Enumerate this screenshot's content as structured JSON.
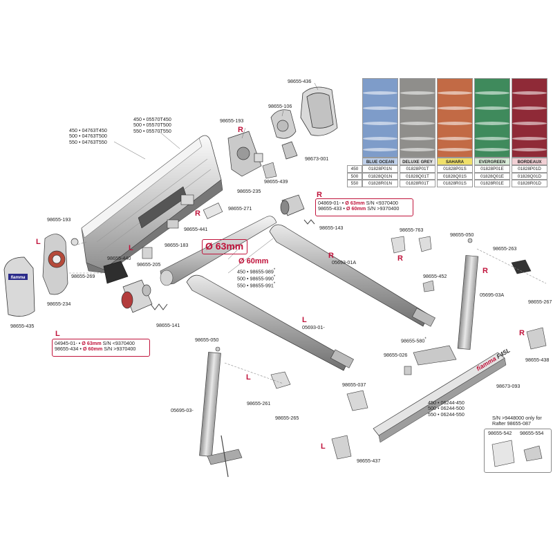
{
  "swatches": [
    {
      "name": "BLUE OCEAN",
      "color": "#7e9cc9",
      "name_bg": "#bfd0ea",
      "codes": [
        "01828P01N",
        "01828Q01N",
        "01828R01N"
      ]
    },
    {
      "name": "DELUXE GREY",
      "color": "#8f8e8b",
      "name_bg": "#e3e3e3",
      "codes": [
        "01828P01T",
        "01828Q01T",
        "01828R01T"
      ]
    },
    {
      "name": "SAHARA",
      "color": "#c26a45",
      "name_bg": "#f0e06a",
      "codes": [
        "01828P01S",
        "01828Q01S",
        "01828R01S"
      ]
    },
    {
      "name": "EVERGREEN",
      "color": "#3f8a5c",
      "name_bg": "#d9ecd8",
      "codes": [
        "01828P01E",
        "01828Q01E",
        "01828R01E"
      ]
    },
    {
      "name": "BORDEAUX",
      "color": "#8f2a37",
      "name_bg": "#f1cfd4",
      "codes": [
        "01828P01D",
        "01828Q01D",
        "01828R01D"
      ]
    }
  ],
  "sizes": [
    "450",
    "500",
    "550"
  ],
  "part_labels": {
    "p436": "98655-436",
    "p106": "98655-106",
    "p001": "98673-001",
    "p439": "98655-439",
    "p193a": "98655-193",
    "p235": "98655-235",
    "p271": "98655-271",
    "p441": "98655-441",
    "p183": "98655-183",
    "p205": "98655-205",
    "p193b": "98655-193",
    "p440": "98655-440",
    "p269": "98655-269",
    "p234": "98655-234",
    "p435": "98655-435",
    "p141": "98655-141",
    "p143": "98655-143",
    "p01A": "05693-01A",
    "p01": "05693-01-",
    "p763": "98655-763",
    "p050a": "98655-050",
    "p263": "98655-263",
    "p452": "98655-452",
    "p03A": "05695-03A",
    "p267": "98655-267",
    "p580": "98655-580",
    "p580_star": "*",
    "p026": "98655-026",
    "p438": "98655-438",
    "p037": "98655-037",
    "p093": "98673-093",
    "p050b": "98655-050",
    "p03": "05695-03-",
    "p261": "98655-261",
    "p265": "98655-265",
    "p437": "98655-437",
    "p542": "98655-542",
    "p554": "98655-554"
  },
  "size_groups": {
    "case_left": [
      "450 • 04763T450",
      "500 • 04763T500",
      "550 • 04763T550"
    ],
    "case_top": [
      "450 • 05570T450",
      "500 • 05570T500",
      "550 • 05570T550"
    ],
    "rail": [
      "450 • 06244-450",
      "500 • 06244-500",
      "550 • 06244-550"
    ],
    "tube60": [
      "450 • 98655-989",
      "500 • 98655-990",
      "550 • 98655-991"
    ]
  },
  "tube60_star": "*",
  "dia63": "Ø 63mm",
  "dia60": "Ø 60mm",
  "right_roller": {
    "l1a": "04869-01- • ",
    "l1b": "Ø 63mm",
    "l1c": " S/N <9370400",
    "l2a": "98655-433 • ",
    "l2b": "Ø 60mm",
    "l2c": " S/N >9370400"
  },
  "left_roller": {
    "l1a": "04945-01- • ",
    "l1b": "Ø 63mm",
    "l1c": " S/N <9370400",
    "l2a": "98655-434 • ",
    "l2b": "Ø 60mm",
    "l2c": " S/N >9370400"
  },
  "sn_note": [
    "S/N >9448000 only for",
    "Rafter 98655-087"
  ],
  "side_marks": {
    "R": "R",
    "L": "L"
  },
  "brand": {
    "logo": "fiamma",
    "model": "F45L"
  }
}
